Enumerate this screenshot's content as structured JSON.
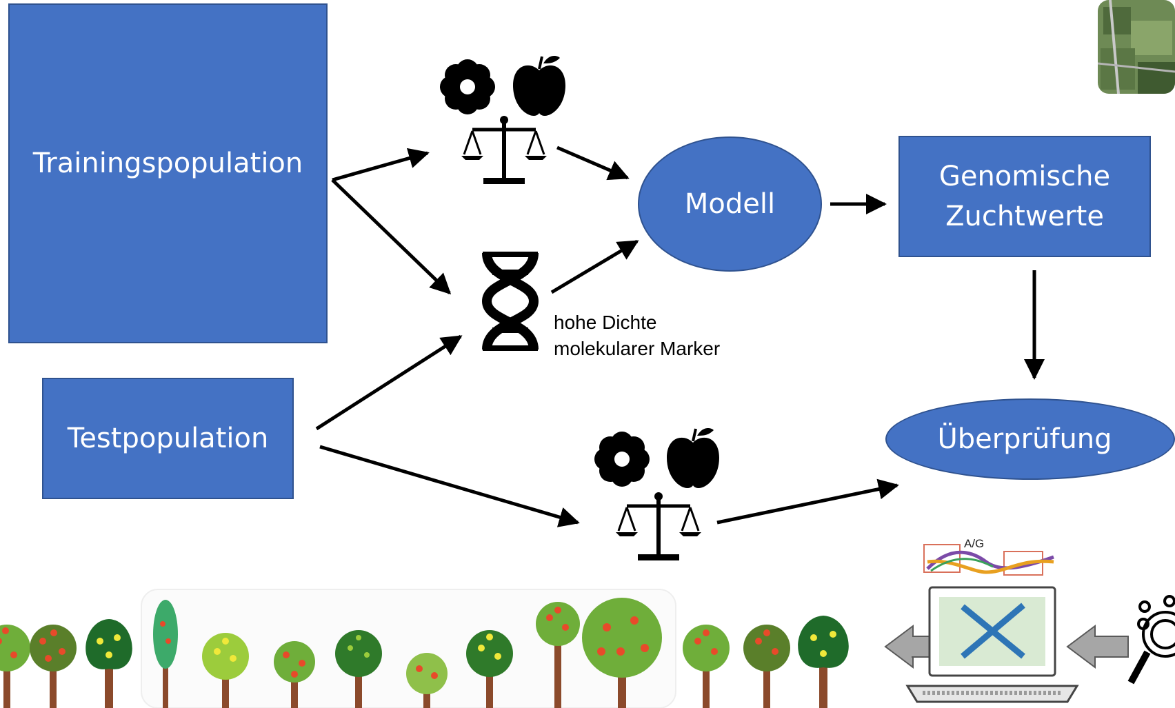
{
  "nodes": {
    "training": "Trainingspopulation",
    "test": "Testpopulation",
    "model": "Modell",
    "gebv_line1": "Genomische",
    "gebv_line2": "Zuchtwerte",
    "validation": "Überprüfung"
  },
  "marker_note": {
    "line1": "hohe Dichte",
    "line2": "molekularer Marker"
  },
  "illustration": {
    "allele_label": "A/G"
  },
  "colors": {
    "node_fill": "#4472c4",
    "node_border": "#2f528f",
    "arrow": "#000000",
    "tree_trunk": "#8b4a2b",
    "tree_green": "#3d8b2a",
    "arrow_gray": "#a6a6a6"
  },
  "icons": [
    "flower-icon",
    "apple-icon",
    "scale-icon",
    "dna-icon",
    "tree-icon",
    "laptop-icon",
    "magnifier-icon",
    "photo-thumbnail"
  ]
}
